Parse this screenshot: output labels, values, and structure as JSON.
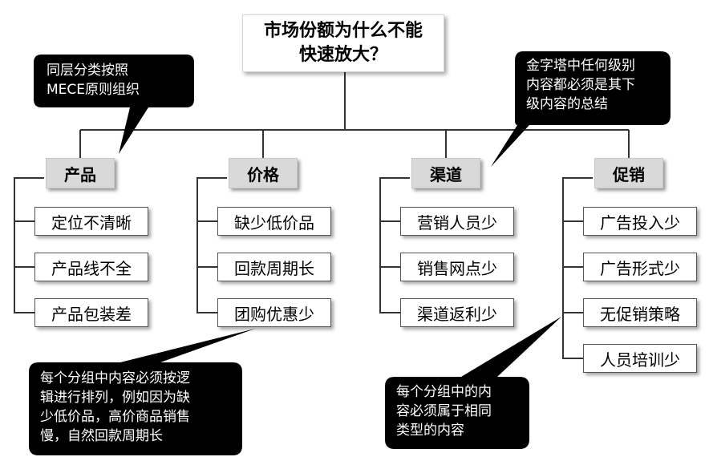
{
  "root": {
    "line1": "市场份额为什么不能",
    "line2": "快速放大？"
  },
  "categories": [
    {
      "label": "产品",
      "items": [
        "定位不清晰",
        "产品线不全",
        "产品包装差"
      ]
    },
    {
      "label": "价格",
      "items": [
        "缺少低价品",
        "回款周期长",
        "团购优惠少"
      ]
    },
    {
      "label": "渠道",
      "items": [
        "营销人员少",
        "销售网点少",
        "渠道返利少"
      ]
    },
    {
      "label": "促销",
      "items": [
        "广告投入少",
        "广告形式少",
        "无促销策略",
        "人员培训少"
      ]
    }
  ],
  "callouts": {
    "mece": "同层分类按照\nMECE原则组织",
    "pyramid": "金字塔中任何级别\n内容都必须是其下\n级内容的总结",
    "logic": "每个分组中内容必须按逻\n辑进行排列，例如因为缺\n少低价品，高价商品销售\n慢，自然回款周期长",
    "same_type": "每个分组中的内\n容必须属于相同\n类型的内容"
  },
  "colors": {
    "callout_bg": "#000000",
    "category_bg": "#d9d9d9",
    "line": "#333333"
  }
}
